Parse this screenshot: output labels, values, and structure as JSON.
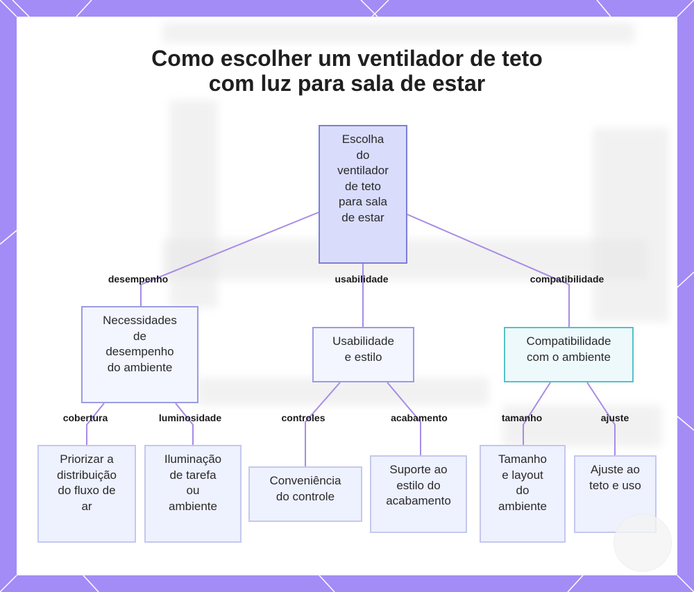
{
  "title": "Como escolher um ventilador de teto com luz para sala de estar",
  "root": {
    "label": "Escolha do ventilador de teto para sala de estar",
    "lines": [
      "Escolha",
      "do",
      "ventilador",
      "de teto",
      "para sala",
      "de estar"
    ]
  },
  "branches": [
    {
      "edge_label": "desempenho",
      "node": {
        "label": "Necessidades de desempenho do ambiente",
        "lines": [
          "Necessidades",
          "de",
          "desempenho",
          "do ambiente"
        ]
      },
      "children": [
        {
          "edge_label": "cobertura",
          "node": {
            "label": "Priorizar a distribuição do fluxo de ar",
            "lines": [
              "Priorizar a",
              "distribuição",
              "do fluxo de",
              "ar"
            ]
          }
        },
        {
          "edge_label": "luminosidade",
          "node": {
            "label": "Iluminação de tarefa ou ambiente",
            "lines": [
              "Iluminação",
              "de tarefa",
              "ou",
              "ambiente"
            ]
          }
        }
      ]
    },
    {
      "edge_label": "usabilidade",
      "node": {
        "label": "Usabilidade e estilo",
        "lines": [
          "Usabilidade",
          "e estilo"
        ]
      },
      "children": [
        {
          "edge_label": "controles",
          "node": {
            "label": "Conveniência do controle",
            "lines": [
              "Conveniência",
              "do controle"
            ]
          }
        },
        {
          "edge_label": "acabamento",
          "node": {
            "label": "Suporte ao estilo do acabamento",
            "lines": [
              "Suporte ao",
              "estilo do",
              "acabamento"
            ]
          }
        }
      ]
    },
    {
      "edge_label": "compatibilidade",
      "node": {
        "label": "Compatibilidade com o ambiente",
        "lines": [
          "Compatibilidade",
          "com o ambiente"
        ]
      },
      "children": [
        {
          "edge_label": "tamanho",
          "node": {
            "label": "Tamanho e layout do ambiente",
            "lines": [
              "Tamanho",
              "e layout",
              "do",
              "ambiente"
            ]
          }
        },
        {
          "edge_label": "ajuste",
          "node": {
            "label": "Ajuste ao teto e uso",
            "lines": [
              "Ajuste ao",
              "teto e uso"
            ]
          }
        }
      ]
    }
  ],
  "colors": {
    "frame_background": "#a48cf6",
    "panel_background": "#ffffff",
    "edge_color": "#a78be6",
    "root_fill": "#d9dcfb",
    "node_border": "#8c8ce0",
    "teal_border": "#54c1c7"
  }
}
